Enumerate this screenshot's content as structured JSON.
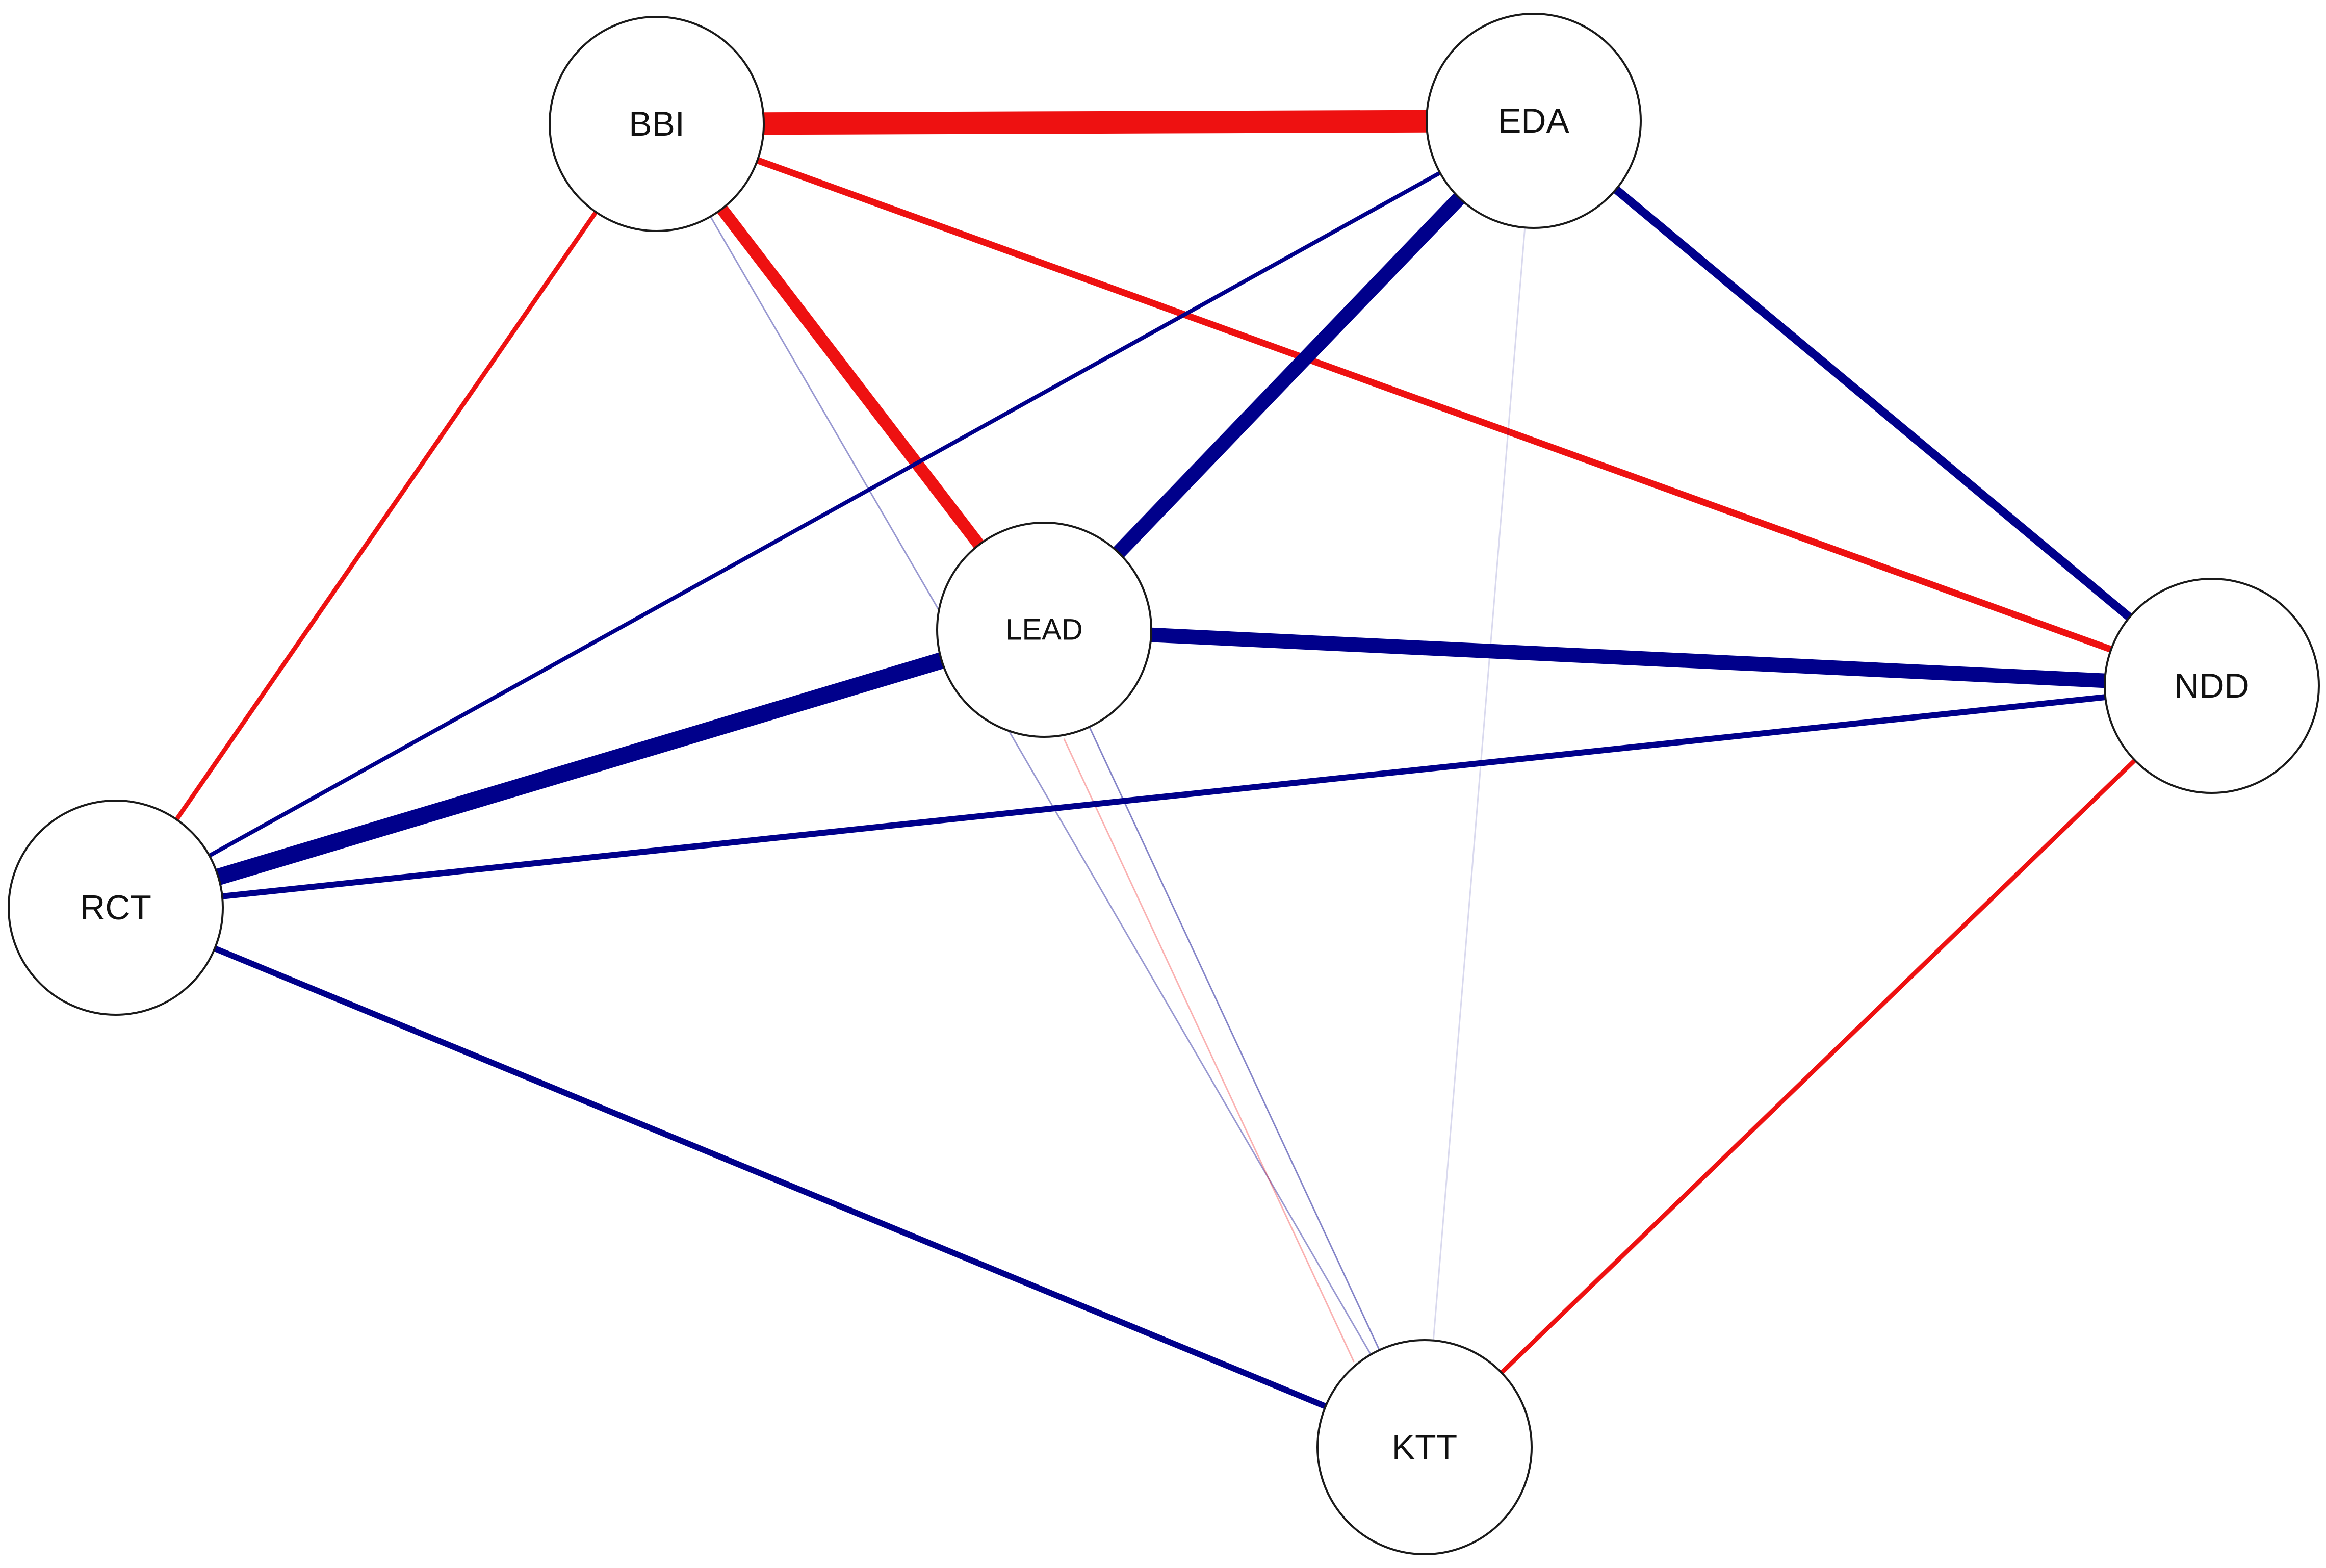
{
  "colors": {
    "positive": "#ee1111",
    "negative": "#00008b"
  },
  "nodes": [
    {
      "id": "BBI",
      "label": "BBI"
    },
    {
      "id": "EDA",
      "label": "EDA"
    },
    {
      "id": "LEAD",
      "label": "LEAD"
    },
    {
      "id": "NDD",
      "label": "NDD"
    },
    {
      "id": "RCT",
      "label": "RCT"
    },
    {
      "id": "KTT",
      "label": "KTT"
    }
  ],
  "edges": [
    {
      "from": "BBI",
      "to": "EDA",
      "sign": "positive",
      "weight": 1.0
    },
    {
      "from": "BBI",
      "to": "LEAD",
      "sign": "positive",
      "weight": 0.55
    },
    {
      "from": "BBI",
      "to": "NDD",
      "sign": "positive",
      "weight": 0.3
    },
    {
      "from": "BBI",
      "to": "RCT",
      "sign": "positive",
      "weight": 0.2
    },
    {
      "from": "BBI",
      "to": "KTT",
      "sign": "negative",
      "weight": 0.05
    },
    {
      "from": "EDA",
      "to": "LEAD",
      "sign": "negative",
      "weight": 0.65
    },
    {
      "from": "EDA",
      "to": "NDD",
      "sign": "negative",
      "weight": 0.38
    },
    {
      "from": "EDA",
      "to": "RCT",
      "sign": "negative",
      "weight": 0.18
    },
    {
      "from": "EDA",
      "to": "KTT",
      "sign": "negative",
      "weight": 0.01
    },
    {
      "from": "LEAD",
      "to": "NDD",
      "sign": "negative",
      "weight": 0.65
    },
    {
      "from": "LEAD",
      "to": "RCT",
      "sign": "negative",
      "weight": 0.75
    },
    {
      "from": "LEAD",
      "to": "KTT",
      "sign": "negative",
      "weight": 0.06
    },
    {
      "from": "LEAD",
      "to": "KTT",
      "sign": "positive",
      "weight": 0.04
    },
    {
      "from": "NDD",
      "to": "RCT",
      "sign": "negative",
      "weight": 0.27
    },
    {
      "from": "NDD",
      "to": "KTT",
      "sign": "positive",
      "weight": 0.2
    },
    {
      "from": "RCT",
      "to": "KTT",
      "sign": "negative",
      "weight": 0.27
    }
  ]
}
